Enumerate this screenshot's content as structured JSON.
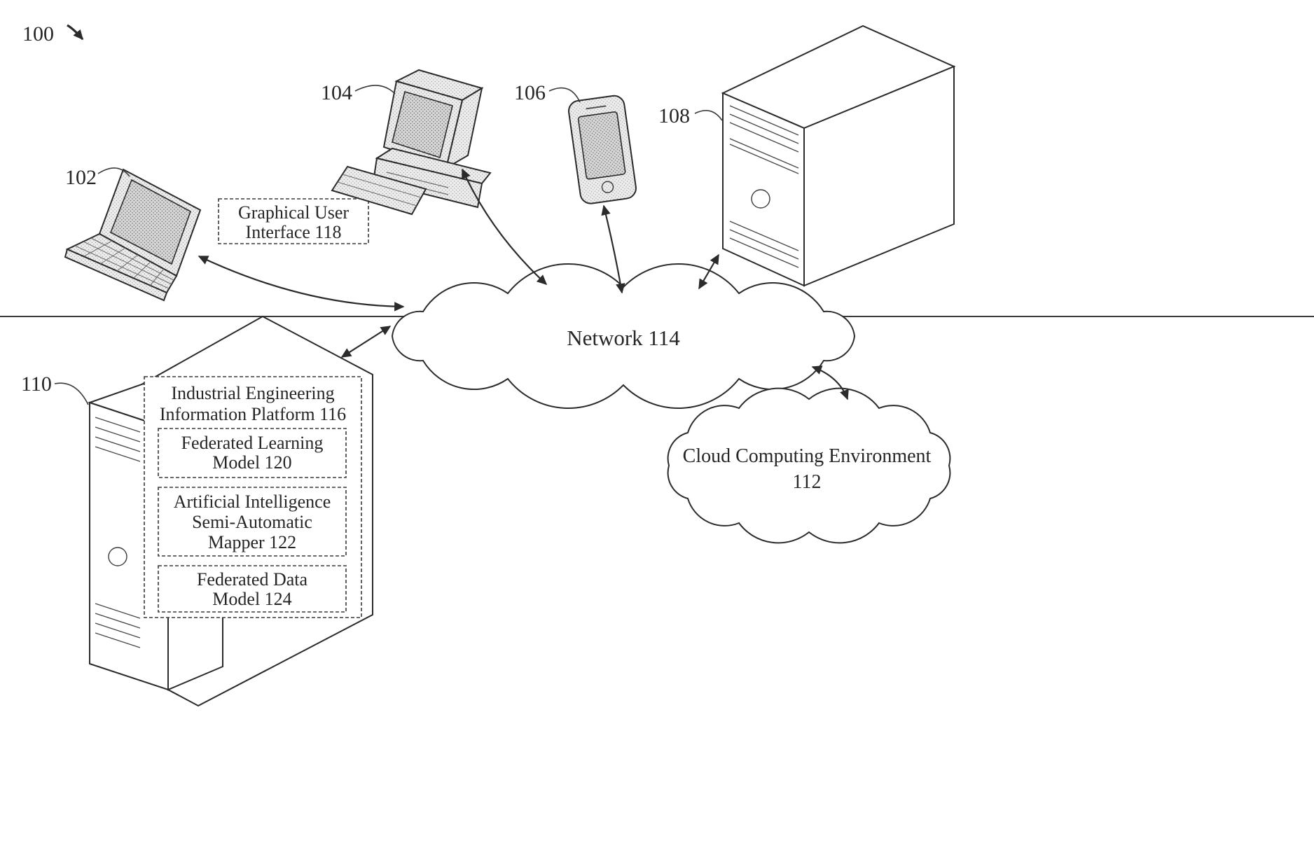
{
  "colors": {
    "ink": "#2b2b2b",
    "device_fill": "#ececec",
    "screen_fill": "#d9d9d9",
    "paper": "#ffffff"
  },
  "figure": {
    "ref": "100"
  },
  "devices": {
    "laptop": {
      "ref": "102"
    },
    "desktop": {
      "ref": "104"
    },
    "mobile": {
      "ref": "106"
    },
    "server_remote": {
      "ref": "108"
    },
    "server_platform": {
      "ref": "110"
    }
  },
  "gui": {
    "line1": "Graphical User",
    "line2": "Interface 118"
  },
  "network": {
    "label": "Network 114"
  },
  "cloud_env": {
    "line1": "Cloud Computing Environment",
    "line2": "112"
  },
  "platform": {
    "title_line1": "Industrial Engineering",
    "title_line2": "Information Platform  116",
    "modules": [
      {
        "line1": "Federated Learning",
        "line2": "Model 120"
      },
      {
        "line1": "Artificial Intelligence",
        "line2": "Semi-Automatic",
        "line3": "Mapper  122"
      },
      {
        "line1": "Federated Data",
        "line2": "Model 124"
      }
    ]
  }
}
